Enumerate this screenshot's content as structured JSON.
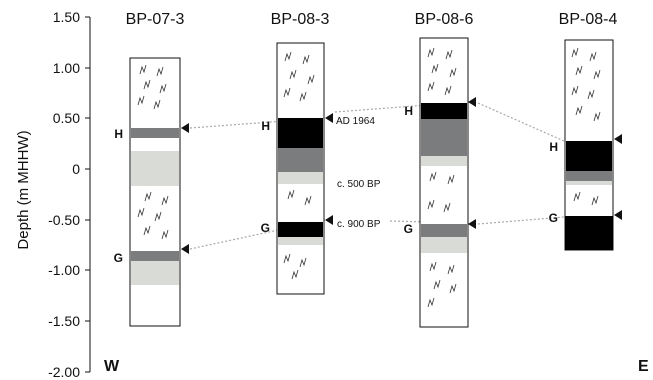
{
  "axis": {
    "title": "Depth (m MHHW)",
    "ticks": [
      "1.50",
      "1.00",
      "0.50",
      "0",
      "-0.50",
      "-1.00",
      "-1.50",
      "-2.00"
    ]
  },
  "cores": [
    {
      "title": "BP-07-3"
    },
    {
      "title": "BP-08-3"
    },
    {
      "title": "BP-08-6"
    },
    {
      "title": "BP-08-4"
    }
  ],
  "markers": {
    "h": "H",
    "g": "G"
  },
  "annotations": {
    "ad1964": "AD 1964",
    "bp500": "c. 500 BP",
    "bp900": "c. 900 BP"
  },
  "directions": {
    "west": "W",
    "east": "E"
  },
  "colors": {
    "black": "#000000",
    "dark_grey": "#7a7c7e",
    "light_grey": "#d9dbd6",
    "connector": "#a8a8a8"
  }
}
